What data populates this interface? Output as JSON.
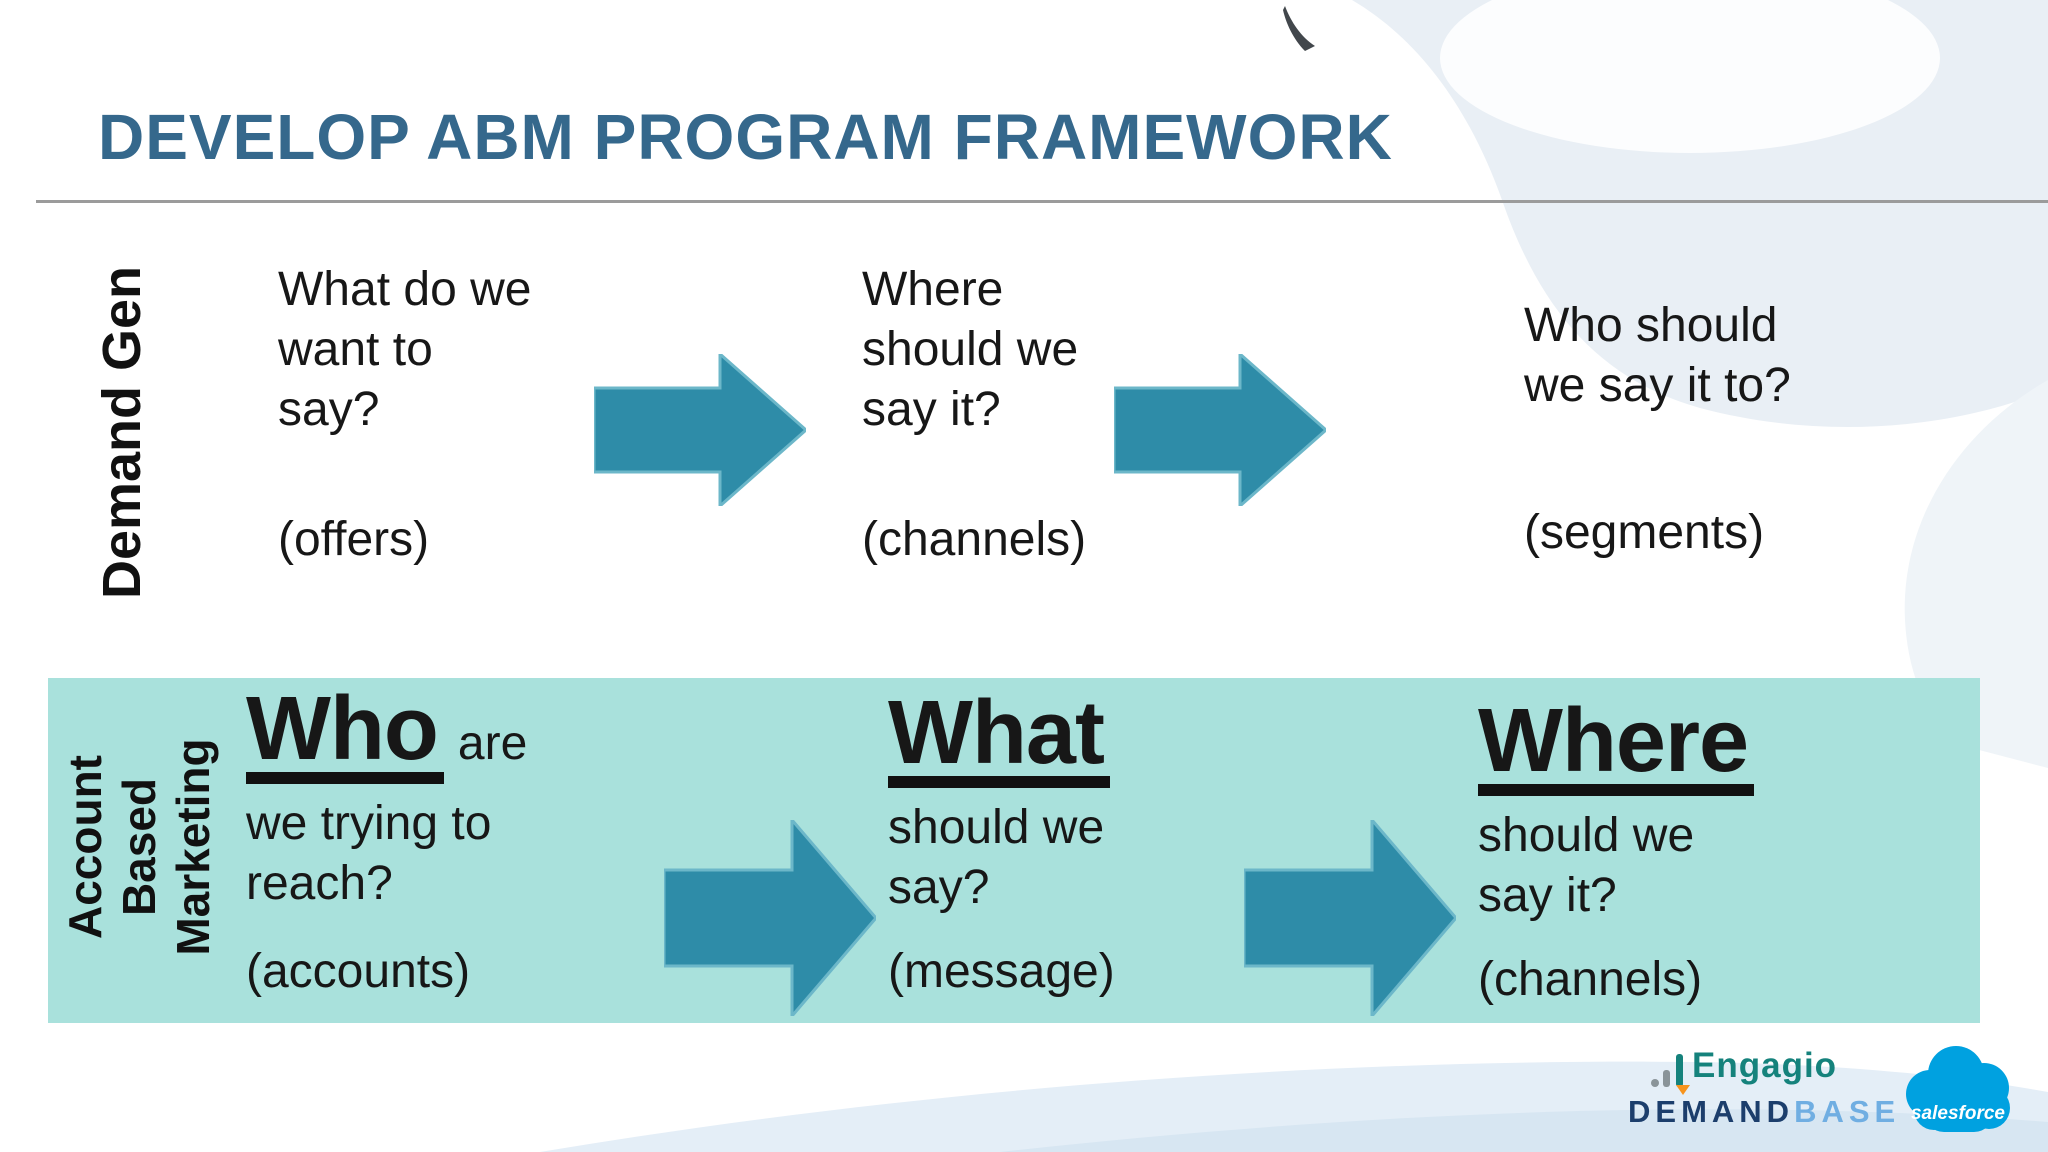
{
  "slide": {
    "title": "DEVELOP ABM PROGRAM FRAMEWORK",
    "rows": [
      {
        "label": "Demand Gen",
        "items": [
          {
            "lines": [
              "What do we",
              "want to",
              "say?"
            ],
            "tag": "(offers)"
          },
          {
            "lines": [
              "Where",
              "should we",
              "say it?"
            ],
            "tag": "(channels)"
          },
          {
            "lines": [
              "Who should",
              "we say it to?"
            ],
            "tag": "(segments)"
          }
        ]
      },
      {
        "label_lines": [
          "Account",
          "Based",
          "Marketing"
        ],
        "items": [
          {
            "big": "Who",
            "big_suffix": "are",
            "lines": [
              "we trying to",
              "reach?"
            ],
            "tag": "(accounts)"
          },
          {
            "big": "What",
            "big_suffix": "",
            "lines": [
              "should we",
              "say?"
            ],
            "tag": "(message)"
          },
          {
            "big": "Where",
            "big_suffix": "",
            "lines": [
              "should we",
              "say it?"
            ],
            "tag": "(channels)"
          }
        ]
      }
    ],
    "footer_logos": {
      "engagio": {
        "wordmark": "Engagio"
      },
      "demandbase": {
        "part1": "DEMAND",
        "part2": "BASE"
      },
      "salesforce": {
        "wordmark": "salesforce"
      }
    },
    "colors": {
      "title": "#35688c",
      "arrow_fill": "#2e8ca8",
      "arrow_edge": "#6cb7c9",
      "band_background": "#a9e1dc",
      "body_text": "#171717",
      "divider_gray": "#9b9b9b",
      "engagio_teal": "#15827c",
      "demandbase_navy": "#1c3e6c",
      "demandbase_light_blue": "#70aee2",
      "demandbase_orange": "#f7941d",
      "salesforce_blue": "#00a1e0"
    }
  }
}
